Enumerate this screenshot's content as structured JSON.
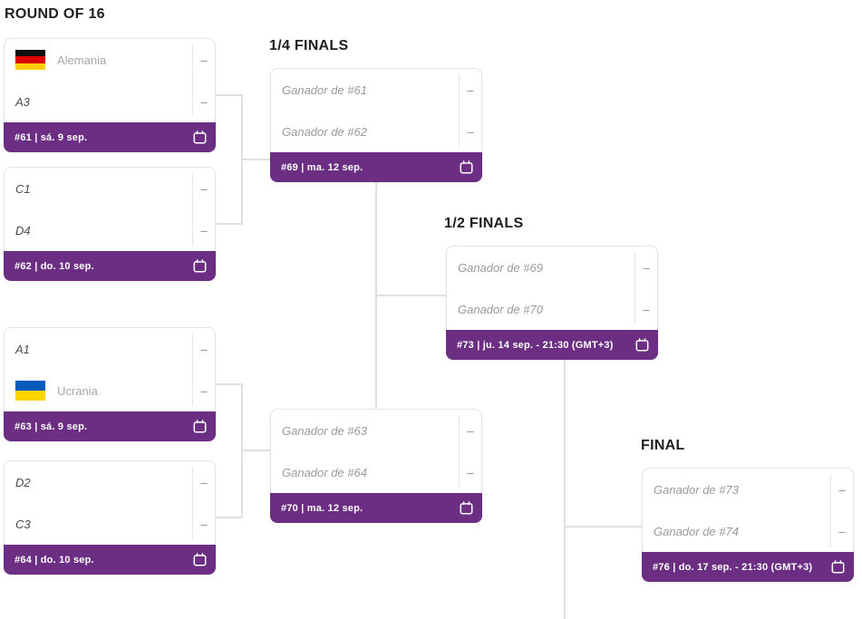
{
  "colors": {
    "accent_purple": "#6b2e83",
    "connector_gray": "#e0e0e0",
    "germany_flag_stripes": [
      "#101010",
      "#dd0000",
      "#ffce00"
    ],
    "ukraine_flag_stripes": [
      "#005bbb",
      "#ffd500"
    ]
  },
  "icons": {
    "calendar": "calendar-icon",
    "germany_flag": "germany-flag-icon",
    "ukraine_flag": "ukraine-flag-icon"
  },
  "rounds": [
    {
      "title": "ROUND OF 16",
      "matches": [
        {
          "footer": "#61 | sá. 9 sep.",
          "slots": [
            {
              "kind": "team",
              "label": "Alemania",
              "score": "–"
            },
            {
              "kind": "seed",
              "label": "A3",
              "score": "–"
            }
          ]
        },
        {
          "footer": "#62 | do. 10 sep.",
          "slots": [
            {
              "kind": "seed",
              "label": "C1",
              "score": "–"
            },
            {
              "kind": "seed",
              "label": "D4",
              "score": "–"
            }
          ]
        },
        {
          "footer": "#63 | sá. 9 sep.",
          "slots": [
            {
              "kind": "seed",
              "label": "A1",
              "score": "–"
            },
            {
              "kind": "team",
              "label": "Ucrania",
              "score": "–"
            }
          ]
        },
        {
          "footer": "#64 | do. 10 sep.",
          "slots": [
            {
              "kind": "seed",
              "label": "D2",
              "score": "–"
            },
            {
              "kind": "seed",
              "label": "C3",
              "score": "–"
            }
          ]
        }
      ]
    },
    {
      "title": "1/4 FINALS",
      "matches": [
        {
          "footer": "#69 | ma. 12 sep.",
          "slots": [
            {
              "kind": "placeholder",
              "label": "Ganador de #61",
              "score": "–"
            },
            {
              "kind": "placeholder",
              "label": "Ganador de #62",
              "score": "–"
            }
          ]
        },
        {
          "footer": "#70 | ma. 12 sep.",
          "slots": [
            {
              "kind": "placeholder",
              "label": "Ganador de #63",
              "score": "–"
            },
            {
              "kind": "placeholder",
              "label": "Ganador de #64",
              "score": "–"
            }
          ]
        }
      ]
    },
    {
      "title": "1/2 FINALS",
      "matches": [
        {
          "footer": "#73 | ju. 14 sep. - 21:30 (GMT+3)",
          "slots": [
            {
              "kind": "placeholder",
              "label": "Ganador de #69",
              "score": "–"
            },
            {
              "kind": "placeholder",
              "label": "Ganador de #70",
              "score": "–"
            }
          ]
        }
      ]
    },
    {
      "title": "FINAL",
      "matches": [
        {
          "footer": "#76 | do. 17 sep. - 21:30 (GMT+3)",
          "slots": [
            {
              "kind": "placeholder",
              "label": "Ganador de #73",
              "score": "–"
            },
            {
              "kind": "placeholder",
              "label": "Ganador de #74",
              "score": "–"
            }
          ]
        }
      ]
    }
  ]
}
